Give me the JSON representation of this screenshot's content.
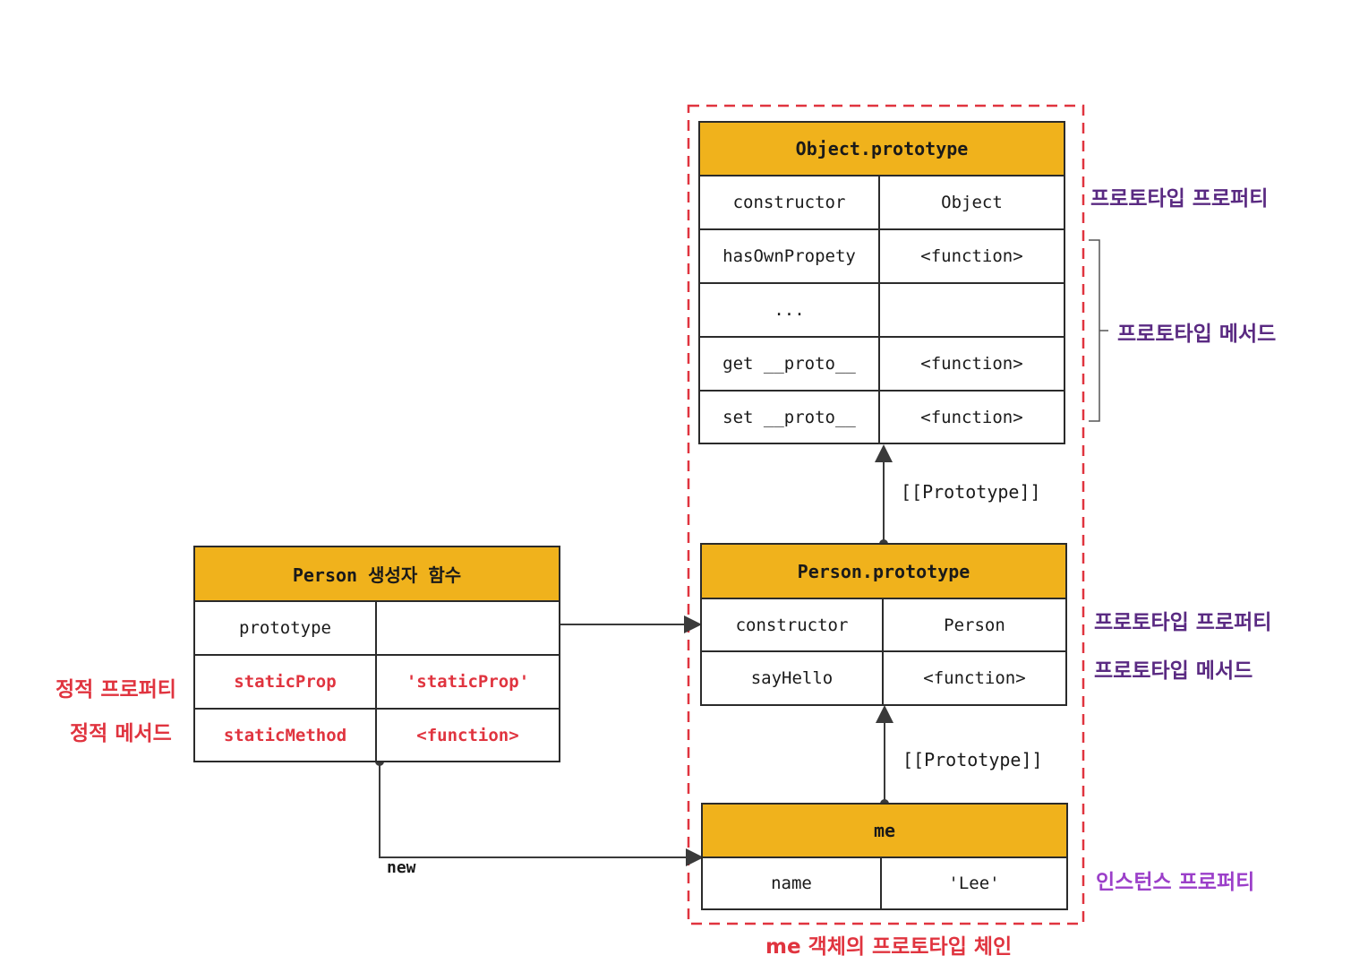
{
  "object_prototype": {
    "title": "Object.prototype",
    "rows": [
      {
        "key": "constructor",
        "value": "Object"
      },
      {
        "key": "hasOwnPropety",
        "value": "<function>"
      },
      {
        "key": "...",
        "value": ""
      },
      {
        "key": "get __proto__",
        "value": "<function>"
      },
      {
        "key": "set __proto__",
        "value": "<function>"
      }
    ]
  },
  "person_prototype": {
    "title": "Person.prototype",
    "rows": [
      {
        "key": "constructor",
        "value": "Person"
      },
      {
        "key": "sayHello",
        "value": "<function>"
      }
    ]
  },
  "me": {
    "title": "me",
    "rows": [
      {
        "key": "name",
        "value": "'Lee'"
      }
    ]
  },
  "person_constructor": {
    "title": "Person 생성자 함수",
    "rows": [
      {
        "key": "prototype",
        "value": ""
      },
      {
        "key": "staticProp",
        "value": "'staticProp'"
      },
      {
        "key": "staticMethod",
        "value": "<function>"
      }
    ]
  },
  "labels": {
    "proto_property_1": "프로토타입 프로퍼티",
    "proto_methods_1": "프로토타입 메서드",
    "proto_property_2": "프로토타입 프로퍼티",
    "proto_methods_2": "프로토타입 메서드",
    "instance_property": "인스턴스 프로퍼티",
    "static_property": "정적 프로퍼티",
    "static_method": "정적 메서드",
    "chain_caption": "me 객체의 프로토타입 체인",
    "prototype_link_1": "[[Prototype]]",
    "prototype_link_2": "[[Prototype]]",
    "new_label": "new"
  },
  "colors": {
    "header": "#f0b21c",
    "static_red": "#e0343f",
    "proto_label": "#5a2a82",
    "instance_label": "#9b3fc9",
    "dashed_border": "#e0343f"
  }
}
